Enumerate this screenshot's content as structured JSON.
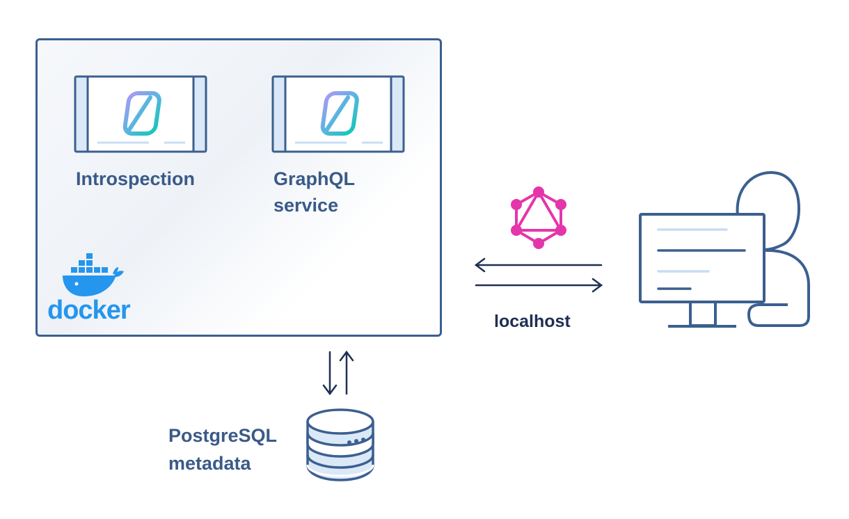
{
  "diagram": {
    "container": {
      "brand": "docker"
    },
    "services": [
      {
        "label_lines": [
          "Introspection"
        ]
      },
      {
        "label_lines": [
          "GraphQL",
          "service"
        ]
      }
    ],
    "connection": {
      "label": "localhost"
    },
    "database": {
      "label_lines": [
        "PostgreSQL",
        "metadata"
      ]
    }
  },
  "colors": {
    "border": "#3b5f8f",
    "text": "#3a5a88",
    "dark_text": "#1e2f52",
    "graphql_pink": "#e535ab",
    "docker_blue": "#2496ed",
    "accent_teal": "#1ec3c6",
    "accent_purple": "#9b8cf0",
    "light_fill": "#dbe8f7"
  },
  "icons": {
    "service": "stepzen-window-icon",
    "graphql": "graphql-logo-icon",
    "user": "user-at-computer-icon",
    "database": "database-icon",
    "container": "docker-whale-icon"
  }
}
